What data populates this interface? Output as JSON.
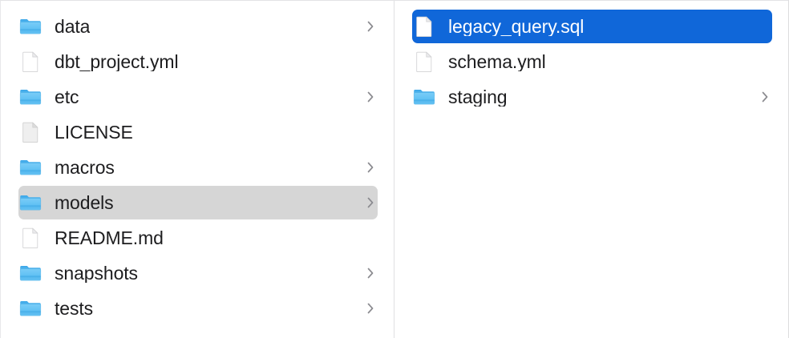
{
  "view": {
    "kind": "finder-column-view",
    "accent_selected_color": "#1067d9",
    "inactive_selected_color": "#d6d6d6",
    "text_color": "#1d1d1f",
    "selected_text_color": "#ffffff",
    "folder_icon_color": "#4bb4f0",
    "background_color": "#ffffff",
    "divider_color": "#e0e0e2"
  },
  "columns": [
    {
      "name": "parent-column",
      "items": [
        {
          "label": "data",
          "icon": "folder-icon",
          "kind": "folder",
          "has_chevron": true,
          "selected": false,
          "selected_active": false
        },
        {
          "label": "dbt_project.yml",
          "icon": "document-icon",
          "kind": "file",
          "has_chevron": false,
          "selected": false,
          "selected_active": false
        },
        {
          "label": "etc",
          "icon": "folder-icon",
          "kind": "folder",
          "has_chevron": true,
          "selected": false,
          "selected_active": false
        },
        {
          "label": "LICENSE",
          "icon": "document-plain-icon",
          "kind": "file",
          "has_chevron": false,
          "selected": false,
          "selected_active": false
        },
        {
          "label": "macros",
          "icon": "folder-icon",
          "kind": "folder",
          "has_chevron": true,
          "selected": false,
          "selected_active": false
        },
        {
          "label": "models",
          "icon": "folder-icon",
          "kind": "folder",
          "has_chevron": true,
          "selected": true,
          "selected_active": false
        },
        {
          "label": "README.md",
          "icon": "document-icon",
          "kind": "file",
          "has_chevron": false,
          "selected": false,
          "selected_active": false
        },
        {
          "label": "snapshots",
          "icon": "folder-icon",
          "kind": "folder",
          "has_chevron": true,
          "selected": false,
          "selected_active": false
        },
        {
          "label": "tests",
          "icon": "folder-icon",
          "kind": "folder",
          "has_chevron": true,
          "selected": false,
          "selected_active": false
        }
      ]
    },
    {
      "name": "child-column",
      "items": [
        {
          "label": "legacy_query.sql",
          "icon": "document-icon",
          "kind": "file",
          "has_chevron": false,
          "selected": true,
          "selected_active": true
        },
        {
          "label": "schema.yml",
          "icon": "document-icon",
          "kind": "file",
          "has_chevron": false,
          "selected": false,
          "selected_active": false
        },
        {
          "label": "staging",
          "icon": "folder-icon",
          "kind": "folder",
          "has_chevron": true,
          "selected": false,
          "selected_active": false
        }
      ]
    }
  ]
}
